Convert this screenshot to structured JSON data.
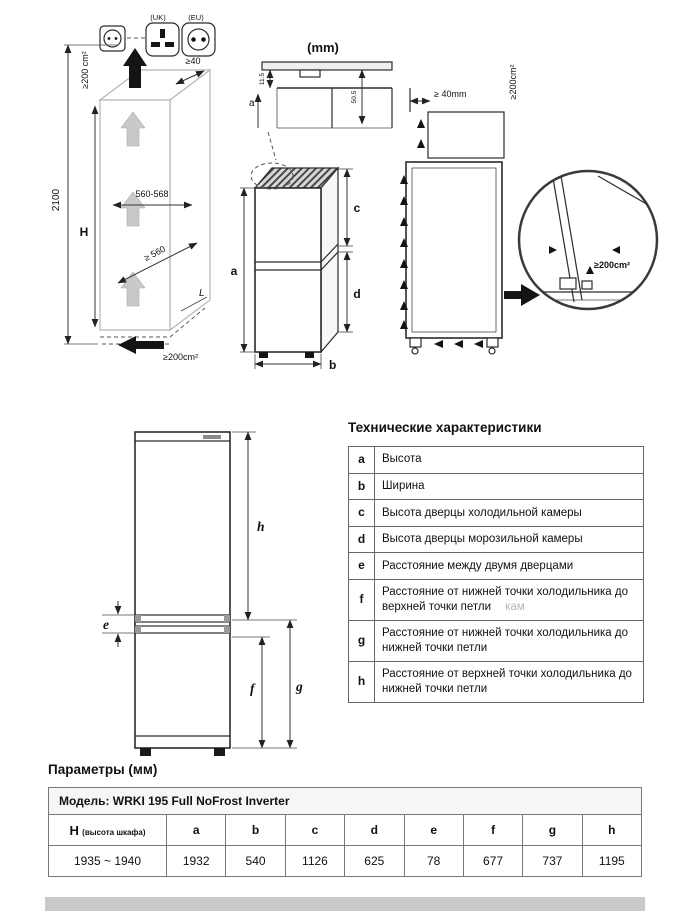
{
  "diagrams": {
    "plugs": {
      "uk": "(UK)",
      "eu": "(EU)"
    },
    "cabinet": {
      "vent_top": "≥200 cm²",
      "total_height": "2100",
      "niche_height_label": "H",
      "top_gap": "≥40",
      "niche_width": "560-568",
      "niche_depth": "≥ 560",
      "depth_label": "L",
      "vent_bottom": "≥200cm²"
    },
    "top_detail": {
      "units": "(mm)",
      "gap_top": "11.5",
      "hinge_depth": "50.5",
      "height_ref": "a"
    },
    "fridge_iso": {
      "a": "a",
      "b": "b",
      "c": "c",
      "d": "d"
    },
    "rear": {
      "top_gap": "≥ 40mm",
      "vent": "≥200cm²"
    },
    "hinge_detail": {
      "vent": "≥200cm²"
    },
    "outline": {
      "e": "e",
      "f": "f",
      "g": "g",
      "h": "h"
    }
  },
  "spec_table": {
    "title": "Технические характеристики",
    "rows": [
      {
        "key": "a",
        "desc": "Высота"
      },
      {
        "key": "b",
        "desc": "Ширина"
      },
      {
        "key": "c",
        "desc": "Высота дверцы холодильной камеры"
      },
      {
        "key": "d",
        "desc": "Высота дверцы морозильной камеры"
      },
      {
        "key": "e",
        "desc": "Расстояние между двумя дверцами"
      },
      {
        "key": "f",
        "desc": "Расстояние от нижней точки холодильника до верхней точки петли",
        "desc2": "кам"
      },
      {
        "key": "g",
        "desc": "Расстояние от нижней точки холодильника до нижней точки петли"
      },
      {
        "key": "h",
        "desc": "Расстояние от верхней точки холодильника до нижней точки петли"
      }
    ]
  },
  "params": {
    "title": "Параметры (мм)",
    "model": "Модель: WRKI 195 Full NoFrost Inverter",
    "h_col": {
      "main": "H",
      "sub": "(высота шкафа)"
    },
    "columns": [
      "a",
      "b",
      "c",
      "d",
      "e",
      "f",
      "g",
      "h"
    ],
    "h_value": "1935 ~ 1940",
    "values": [
      "1932",
      "540",
      "1126",
      "625",
      "78",
      "677",
      "737",
      "1195"
    ]
  }
}
